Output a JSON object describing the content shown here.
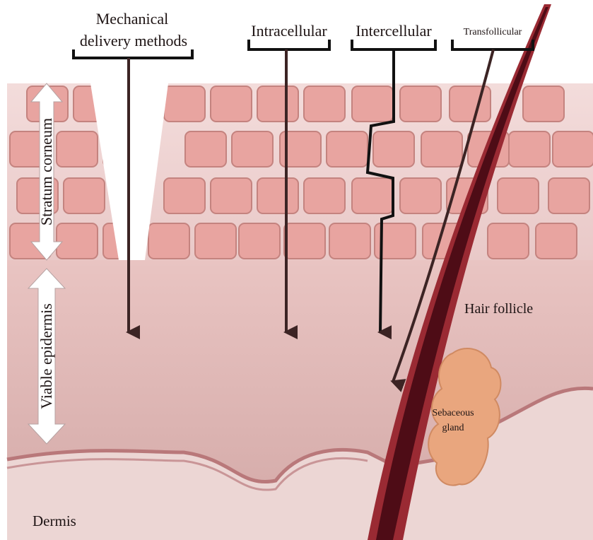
{
  "routes": {
    "mechanical": [
      "Mechanical",
      "delivery methods"
    ],
    "intracellular": "Intracellular",
    "intercellular": "Intercellular",
    "transfollicular": "Transfollicular"
  },
  "layers": {
    "stratum_corneum": "Stratum corneum",
    "viable_epidermis": "Viable epidermis",
    "dermis": "Dermis"
  },
  "structures": {
    "hair_follicle": "Hair follicle",
    "sebaceous_gland": [
      "Sebaceous",
      "gland"
    ]
  },
  "colors": {
    "corneocyte_fill": "#e8a4a0",
    "corneocyte_stroke": "#c4837f",
    "epidermis": "#dcb3b1",
    "dermis": "#e7cfcd",
    "hair": "#5a0f1a",
    "hair_outline": "#9a2a33",
    "gland": "#e6a57d",
    "arrow": "#3c2424"
  }
}
